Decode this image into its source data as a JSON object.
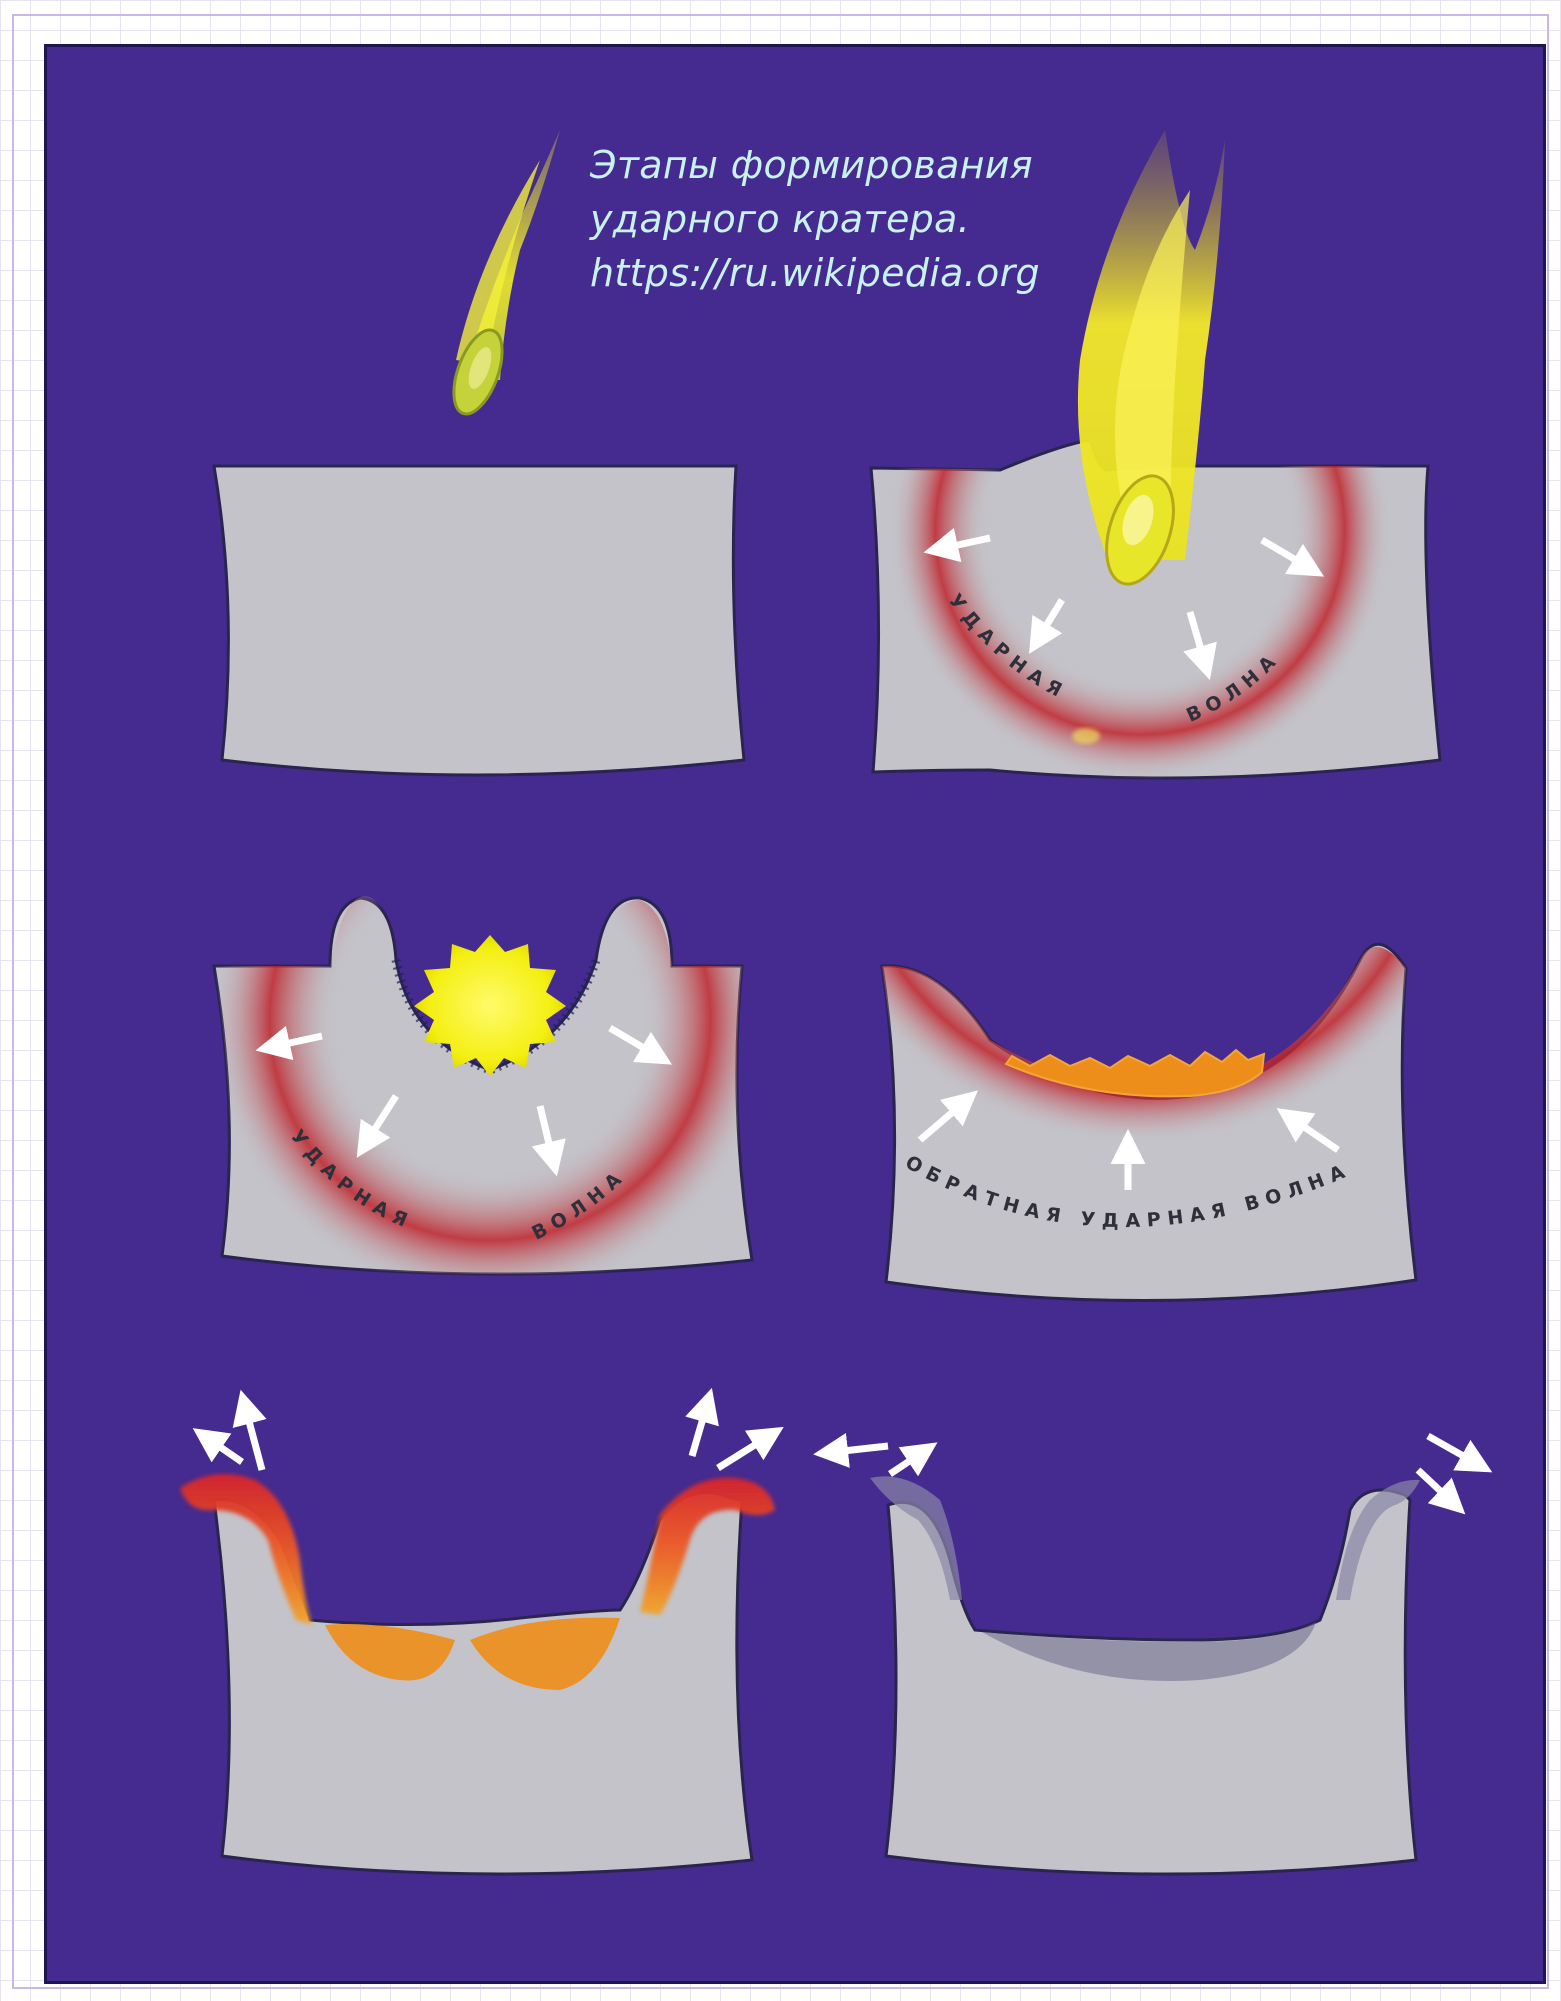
{
  "caption": {
    "line1": "Этапы формирования",
    "line2": "ударного кратера.",
    "line3": "https://ru.wikipedia.org"
  },
  "panels": {
    "shock_wave": "УДАРНАЯ",
    "wave": "ВОЛНА",
    "reverse_shock_wave": "ОБРАТНАЯ УДАРНАЯ ВОЛНА"
  },
  "colors": {
    "background": "#452b8f",
    "ground": "#c3c3c9",
    "shock": "#c0242c",
    "meteor": "#f2ec1e",
    "melt": "#f0901c"
  }
}
